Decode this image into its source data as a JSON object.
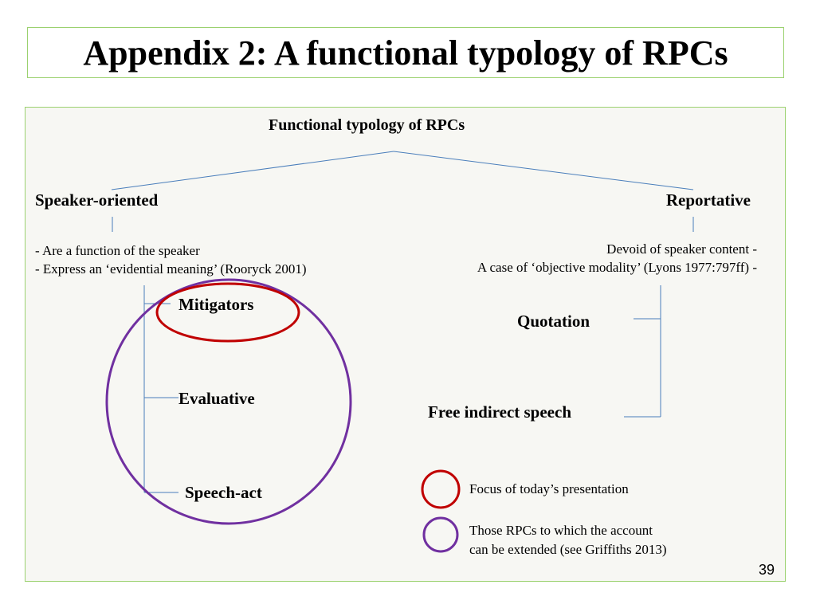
{
  "title": "Appendix 2: A functional typology of RPCs",
  "diagram": {
    "root": "Functional typology of RPCs",
    "left": {
      "heading": "Speaker-oriented",
      "notes": [
        "- Are a function of the speaker",
        "- Express an ‘evidential meaning’ (Rooryck 2001)"
      ],
      "items": [
        "Mitigators",
        "Evaluative",
        "Speech-act"
      ]
    },
    "right": {
      "heading": "Reportative",
      "notes": [
        "Devoid of speaker content  -",
        "A case of ‘objective modality’ (Lyons 1977:797ff) -"
      ],
      "items": [
        "Quotation",
        "Free indirect speech"
      ]
    }
  },
  "legend": {
    "red": {
      "color": "#c00000",
      "text": "Focus of today’s presentation"
    },
    "purple": {
      "color": "#7030a0",
      "lines": [
        "Those RPCs to which the account",
        "can be extended (see Griffiths 2013)"
      ]
    }
  },
  "colors": {
    "connector": "#4a7ebb",
    "frame": "#9bd16f"
  },
  "page_number": "39"
}
